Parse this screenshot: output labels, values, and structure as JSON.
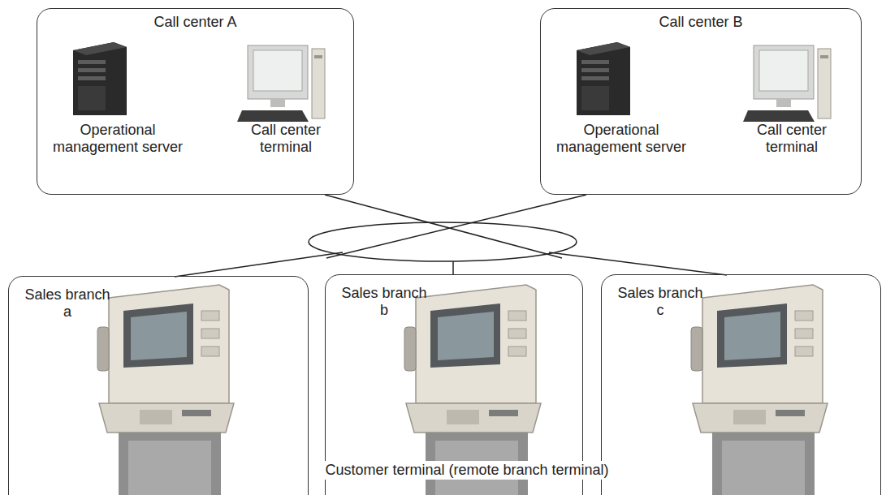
{
  "diagram": {
    "nodes": [
      {
        "text": [
          "Call center A"
        ]
      },
      {
        "text": [
          "Call center B"
        ]
      },
      {
        "text": [
          "Sales branch a"
        ]
      },
      {
        "text": [
          "Sales branch b"
        ]
      },
      {
        "text": [
          "Sales branch c"
        ]
      }
    ],
    "labels": [
      "Operational management server",
      "Call center terminal",
      "Operational management server",
      "Call center terminal",
      "Customer terminal (remote branch terminal)"
    ]
  }
}
